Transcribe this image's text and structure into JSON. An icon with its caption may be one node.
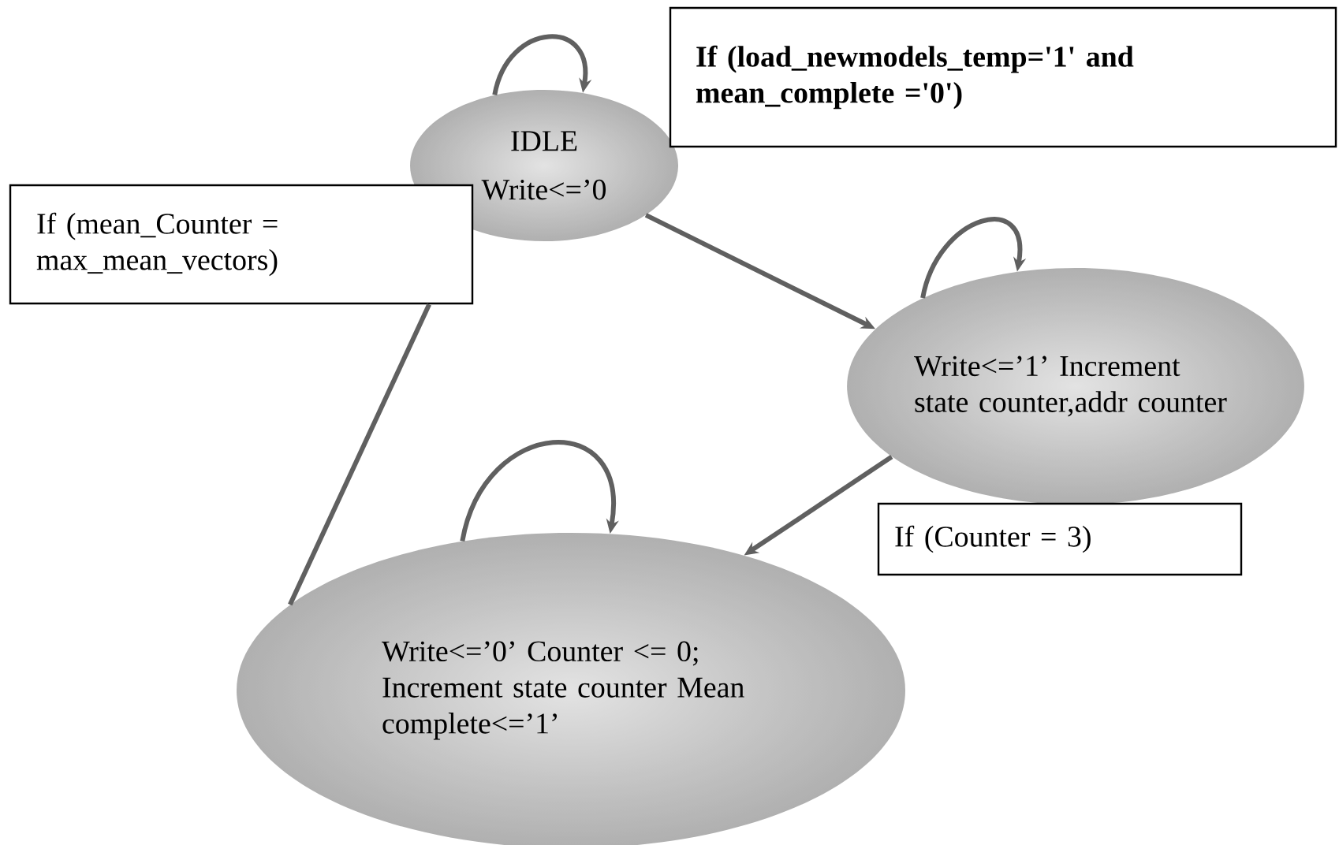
{
  "diagram": {
    "nodes": [
      {
        "text": [
          "IDLE",
          "Write<=’0"
        ]
      },
      {
        "text": [
          "If (load_newmodels_temp='1' and mean_complete ='0')"
        ]
      },
      {
        "text": [
          "If (mean_Counter = max_mean_vectors)"
        ]
      },
      {
        "text": [
          "Write<=’1’ Increment state counter,addr counter"
        ]
      },
      {
        "text": [
          "If (Counter = 3)"
        ]
      },
      {
        "text": [
          "Write<=’0’ Counter <= 0; Increment state counter Mean complete<=’1’"
        ]
      }
    ],
    "edges": [
      {
        "from": 0,
        "to": 0,
        "arrow": "to"
      },
      {
        "from": 0,
        "to": 3,
        "arrow": "to"
      },
      {
        "from": 3,
        "to": 3,
        "arrow": "to"
      },
      {
        "from": 3,
        "to": 5,
        "arrow": "to"
      },
      {
        "from": 5,
        "to": 5,
        "arrow": "to"
      },
      {
        "from": 5,
        "to": 2,
        "arrow": "none"
      }
    ]
  }
}
